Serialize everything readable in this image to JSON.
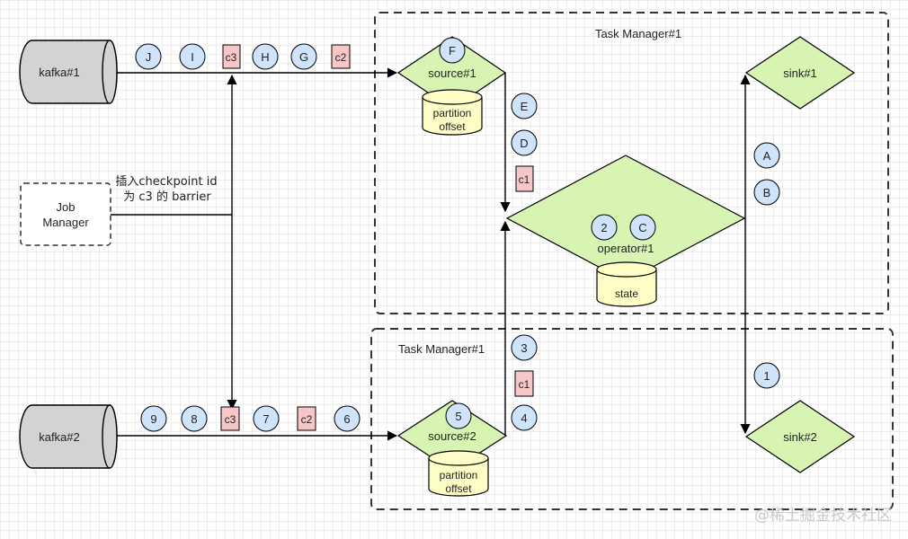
{
  "colors": {
    "cylinder": "#d3d3d3",
    "node": "#d7f4b3",
    "store": "#fffdc6",
    "record": "#cfe3fb",
    "barrier": "#f7c6c6",
    "line": "#000000"
  },
  "sources": {
    "kafka1": "kafka#1",
    "kafka2": "kafka#2"
  },
  "job_manager": {
    "label_line1": "Job",
    "label_line2": "Manager",
    "note_line1": "插入checkpoint id",
    "note_line2": "为 c3 的 barrier"
  },
  "task_managers": {
    "top": "Task Manager#1",
    "bottom": "Task Manager#1"
  },
  "nodes": {
    "source1": "source#1",
    "source2": "source#2",
    "operator1": "operator#1",
    "sink1": "sink#1",
    "sink2": "sink#2",
    "partition1_l1": "partition",
    "partition1_l2": "offset",
    "partition2_l1": "partition",
    "partition2_l2": "offset",
    "state": "state"
  },
  "stream_top": [
    "J",
    "I",
    "c3",
    "H",
    "G",
    "c2"
  ],
  "stream_bottom": [
    "9",
    "8",
    "c3",
    "7",
    "c2",
    "6"
  ],
  "inflight": {
    "top_source_record": "F",
    "top_queue": [
      "E",
      "D",
      "c1"
    ],
    "op_records": [
      "2",
      "C"
    ],
    "sink1_queue": [
      "A",
      "B"
    ],
    "bottom_source_record": "5",
    "bottom_queue": [
      "3",
      "c1",
      "4"
    ],
    "sink2_queue": [
      "1"
    ]
  },
  "watermark": "@稀土掘金技术社区"
}
